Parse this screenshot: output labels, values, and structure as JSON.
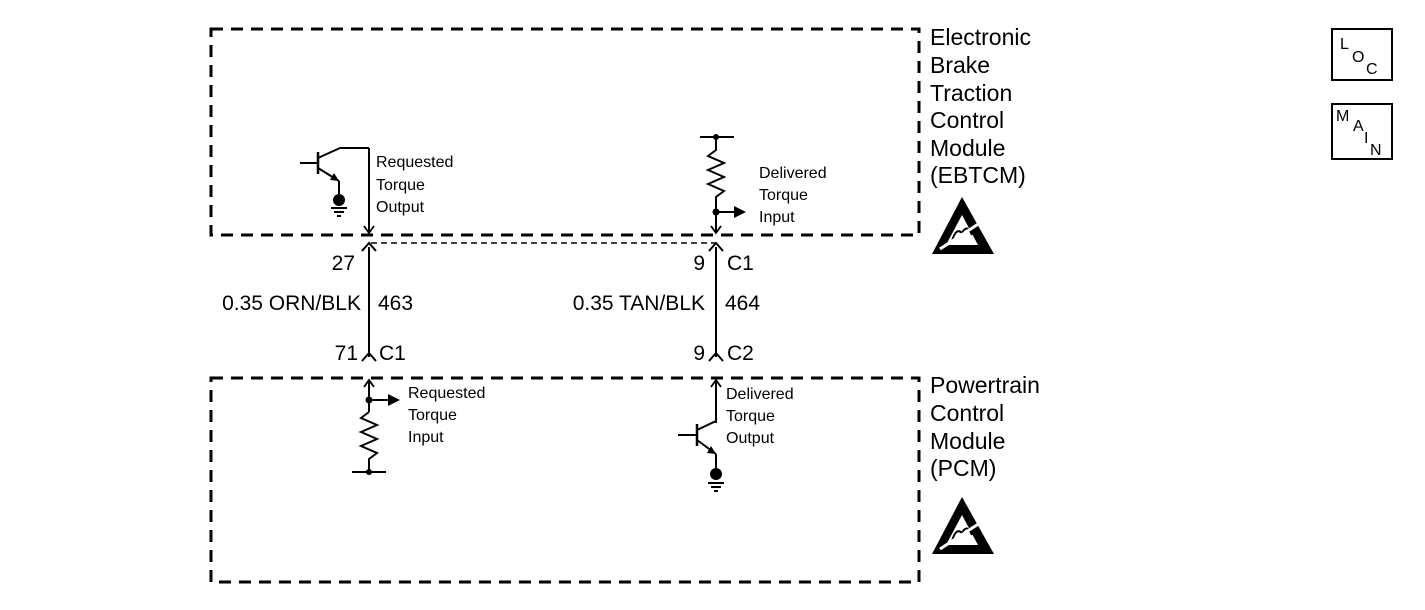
{
  "ebtcm": {
    "name_lines": [
      "Electronic",
      "Brake",
      "Traction",
      "Control",
      "Module",
      "(EBTCM)"
    ],
    "requested_torque_output": [
      "Requested",
      "Torque",
      "Output"
    ],
    "delivered_torque_input": [
      "Delivered",
      "Torque",
      "Input"
    ]
  },
  "pcm": {
    "name_lines": [
      "Powertrain",
      "Control",
      "Module",
      "(PCM)"
    ],
    "requested_torque_input": [
      "Requested",
      "Torque",
      "Input"
    ],
    "delivered_torque_output": [
      "Delivered",
      "Torque",
      "Output"
    ]
  },
  "circuits": [
    {
      "wire_label": "0.35 ORN/BLK",
      "circuit_number": "463",
      "top_pin": "27",
      "bottom_pin": "71",
      "bottom_connector": "C1"
    },
    {
      "wire_label": "0.35 TAN/BLK",
      "circuit_number": "464",
      "top_pin": "9",
      "top_connector": "C1",
      "bottom_pin": "9",
      "bottom_connector": "C2"
    }
  ],
  "nav": {
    "loc": [
      "L",
      "O",
      "C"
    ],
    "main": [
      "M",
      "A",
      "I",
      "N"
    ]
  }
}
